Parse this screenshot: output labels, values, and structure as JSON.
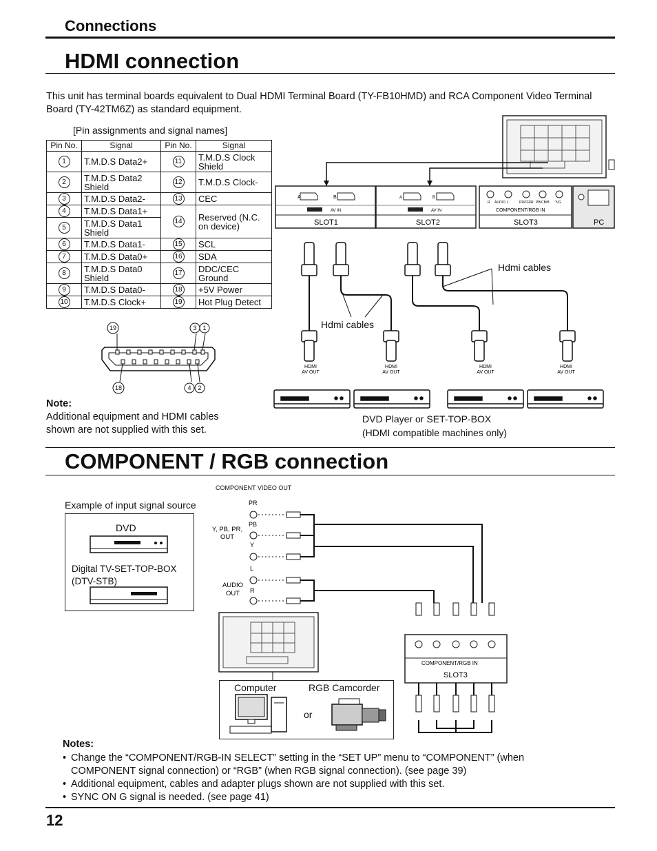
{
  "header": {
    "section": "Connections",
    "page_number": "12"
  },
  "hdmi": {
    "title": "HDMI connection",
    "intro": "This unit has terminal boards equivalent to Dual HDMI Terminal Board (TY-FB10HMD) and RCA Component Video Terminal Board (TY-42TM6Z) as standard equipment.",
    "pin_caption": "[Pin assignments and signal names]",
    "table_headers": [
      "Pin No.",
      "Signal",
      "Pin No.",
      "Signal"
    ],
    "pins": [
      {
        "n": "1",
        "s": "T.M.D.S Data2+"
      },
      {
        "n": "2",
        "s": "T.M.D.S Data2 Shield"
      },
      {
        "n": "3",
        "s": "T.M.D.S Data2-"
      },
      {
        "n": "4",
        "s": "T.M.D.S Data1+"
      },
      {
        "n": "5",
        "s": "T.M.D.S Data1 Shield"
      },
      {
        "n": "6",
        "s": "T.M.D.S Data1-"
      },
      {
        "n": "7",
        "s": "T.M.D.S Data0+"
      },
      {
        "n": "8",
        "s": "T.M.D.S Data0 Shield"
      },
      {
        "n": "9",
        "s": "T.M.D.S Data0-"
      },
      {
        "n": "10",
        "s": "T.M.D.S Clock+"
      },
      {
        "n": "11",
        "s": "T.M.D.S Clock Shield"
      },
      {
        "n": "12",
        "s": "T.M.D.S Clock-"
      },
      {
        "n": "13",
        "s": "CEC"
      },
      {
        "n": "14",
        "s": "Reserved (N.C. on device)"
      },
      {
        "n": "15",
        "s": "SCL"
      },
      {
        "n": "16",
        "s": "SDA"
      },
      {
        "n": "17",
        "s": "DDC/CEC Ground"
      },
      {
        "n": "18",
        "s": "+5V Power"
      },
      {
        "n": "19",
        "s": "Hot Plug Detect"
      }
    ],
    "connector_pins": [
      "19",
      "3",
      "1",
      "18",
      "4",
      "2"
    ],
    "note_title": "Note:",
    "note_text": "Additional equipment and HDMI cables shown are not supplied with this set.",
    "slots": [
      "SLOT1",
      "SLOT2",
      "SLOT3",
      "PC"
    ],
    "slot_ports": [
      "A",
      "B",
      "AV IN"
    ],
    "component_in_label": "COMPONENT/RGB IN",
    "slot3_jacks": [
      "R",
      "AUDIO",
      "L",
      "PR/CR/R",
      "PB/CB/B",
      "Y/G"
    ],
    "hdmi_cables_label": "Hdmi cables",
    "hdmi_cables_label2": "Hdmi cables",
    "av_out_label": [
      "HDMI",
      "AV OUT"
    ],
    "dvd_label": "DVD Player or SET-TOP-BOX",
    "dvd_label2": "(HDMI compatible machines only)"
  },
  "component": {
    "title": "COMPONENT / RGB connection",
    "video_out_label": "COMPONENT VIDEO OUT",
    "example_label": "Example of input signal source",
    "dvd": "DVD",
    "stb": "Digital TV-SET-TOP-BOX",
    "stb2": "(DTV-STB)",
    "ypbpr_out": [
      "Y, PB, PR,",
      "OUT"
    ],
    "jack_labels": [
      "PR",
      "PB",
      "Y",
      "L",
      "R"
    ],
    "audio_out": [
      "AUDIO",
      "OUT"
    ],
    "computer": "Computer",
    "camcorder": "RGB Camcorder",
    "or": "or",
    "slot3": "SLOT3",
    "component_in": "COMPONENT/RGB IN"
  },
  "notes": {
    "title": "Notes:",
    "items": [
      "Change the “COMPONENT/RGB-IN SELECT” setting in the “SET UP” menu to “COMPONENT” (when COMPONENT signal connection) or “RGB” (when RGB signal connection). (see page 39)",
      "Additional equipment, cables and adapter plugs shown are not supplied with this set.",
      "SYNC ON G signal is needed. (see page 41)"
    ]
  }
}
